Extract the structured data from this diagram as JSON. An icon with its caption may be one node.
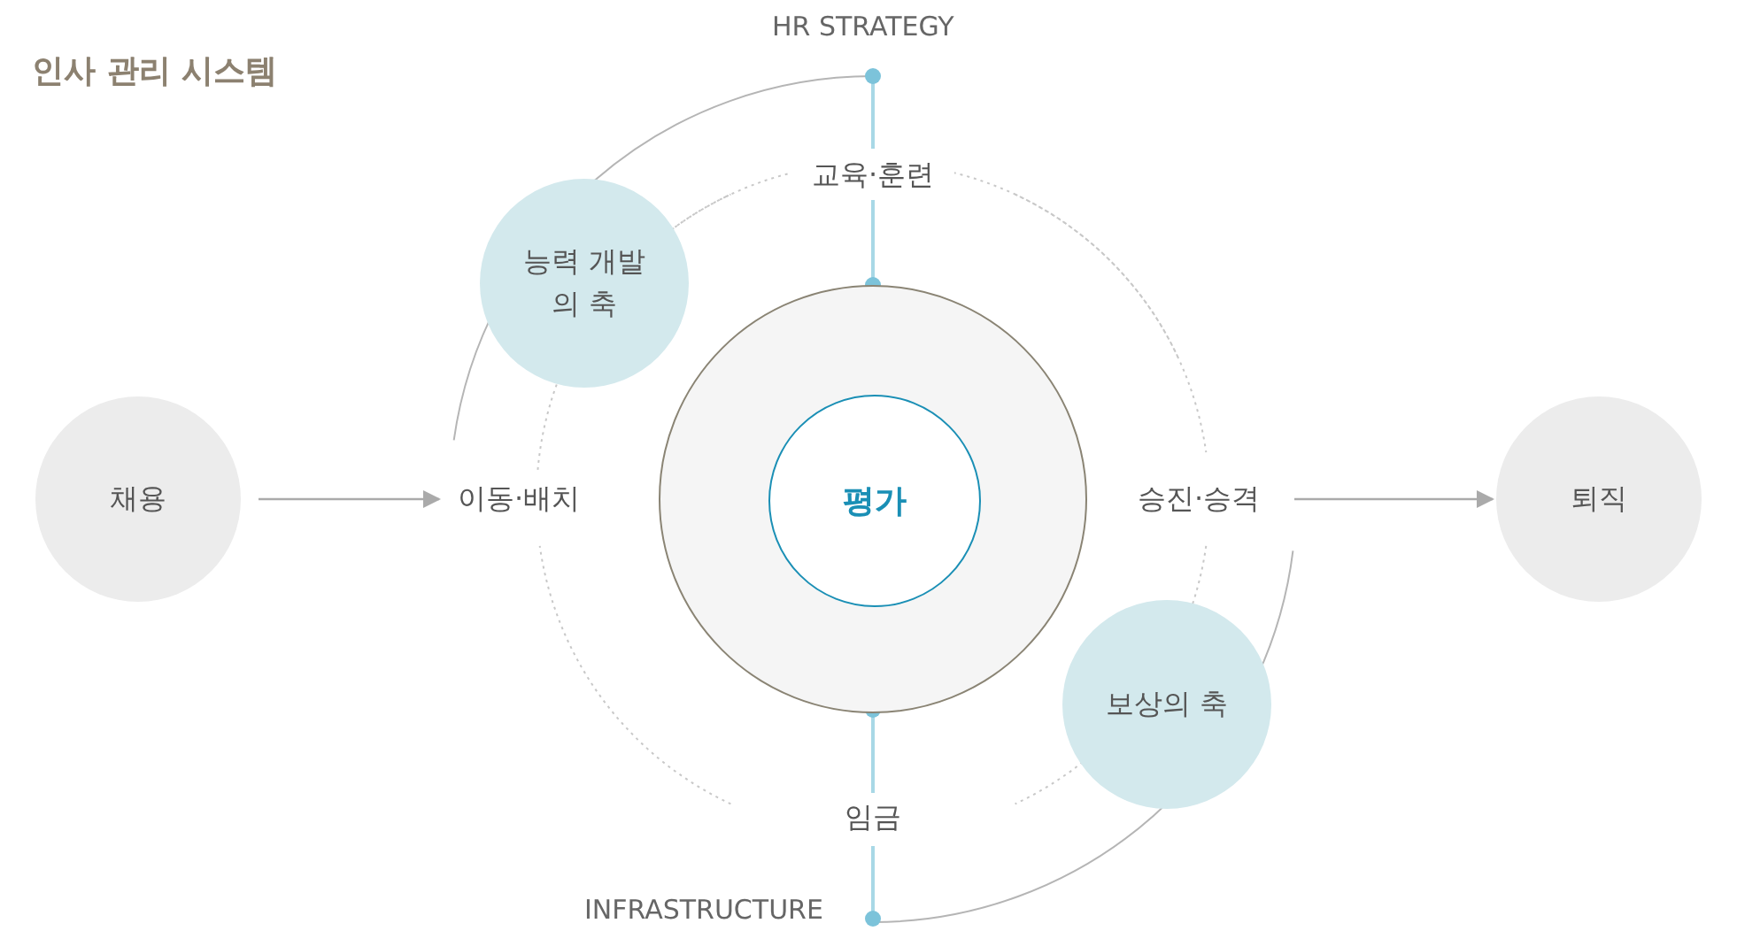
{
  "diagram": {
    "title": "인사 관리 시스템",
    "nodes": [
      {
        "text": [
          "채용"
        ]
      },
      {
        "text": [
          "이동·배치"
        ]
      },
      {
        "text": [
          "교육·훈련"
        ]
      },
      {
        "text": [],
        "shape": "circle"
      },
      {
        "text": [
          "평가"
        ],
        "in": 3
      },
      {
        "text": [
          "승진·승격"
        ]
      },
      {
        "text": [
          "임금"
        ]
      },
      {
        "text": [
          "퇴직"
        ]
      },
      {
        "text": [
          "능력 개발의 축"
        ]
      },
      {
        "text": [
          "보상의 축"
        ]
      }
    ],
    "edges": [
      {
        "from": 0,
        "to": 1,
        "arrow": "to"
      },
      {
        "from": 5,
        "to": 7,
        "arrow": "to"
      },
      {
        "from": 2,
        "to": 3,
        "arrow": "none",
        "color": "#a8d8e6"
      },
      {
        "from": 6,
        "to": 3,
        "arrow": "none",
        "color": "#a8d8e6"
      }
    ],
    "labels": [
      "HR STRATEGY",
      "INFRASTRUCTURE"
    ]
  }
}
